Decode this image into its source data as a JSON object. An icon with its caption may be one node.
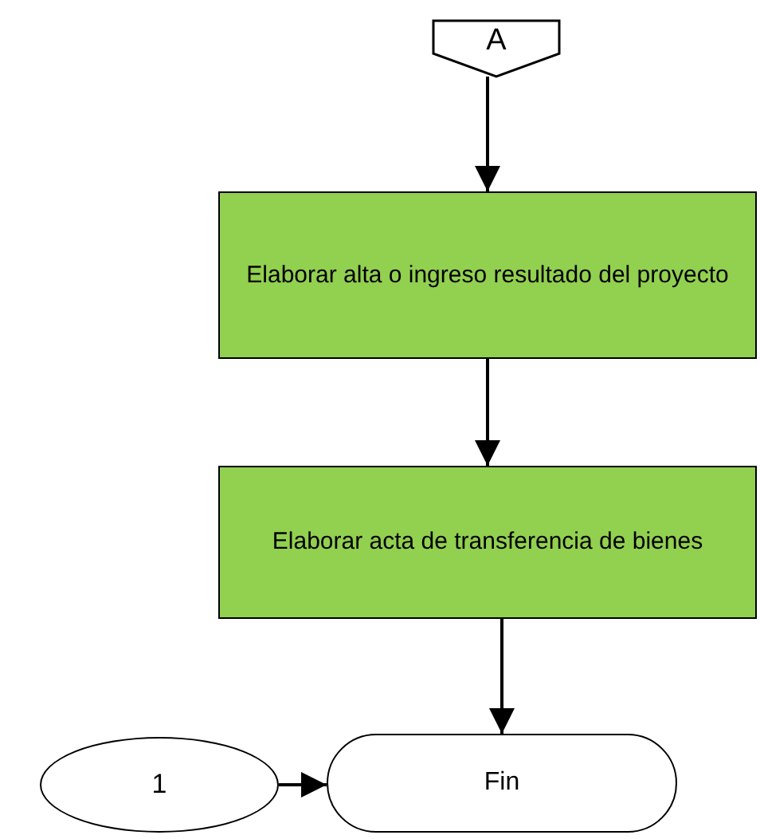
{
  "diagram": {
    "nodes": [
      {
        "text": [
          "A"
        ]
      },
      {
        "text": [
          "Elaborar alta o ingreso resultado del proyecto"
        ]
      },
      {
        "text": [
          "Elaborar acta de transferencia de bienes"
        ]
      },
      {
        "text": [
          "Fin"
        ]
      },
      {
        "text": [
          "1"
        ]
      }
    ],
    "edges": [
      {
        "from": 0,
        "to": 1,
        "arrow": "to"
      },
      {
        "from": 1,
        "to": 2,
        "arrow": "to"
      },
      {
        "from": 2,
        "to": 3,
        "arrow": "to"
      },
      {
        "from": 4,
        "to": 3,
        "arrow": "to"
      }
    ]
  }
}
